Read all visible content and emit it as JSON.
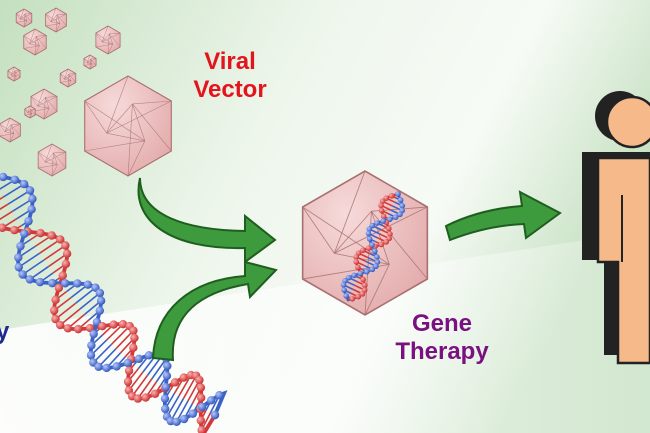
{
  "labels": {
    "viral_vector": {
      "line1": "Viral",
      "line2": "Vector"
    },
    "gene_therapy": {
      "line1": "Gene",
      "line2": "Therapy"
    },
    "left_partial": "y"
  },
  "colors": {
    "viral_label": "#e3141c",
    "gene_label": "#7a1180",
    "partial_label": "#1e2a8c",
    "capsid_fill": "#efc4c4",
    "capsid_stroke": "#a97070",
    "arrow_fill": "#3d9a3d",
    "arrow_stroke": "#1f5e1f",
    "dna_red": "#d23a3a",
    "dna_blue": "#3a63c8",
    "person_fill": "#f5b98a",
    "person_shadow": "#222222",
    "background_green": "#bcdcb8"
  },
  "icons": [
    "virus-particle-icon",
    "dna-helix-icon",
    "arrow-icon",
    "person-icon"
  ]
}
